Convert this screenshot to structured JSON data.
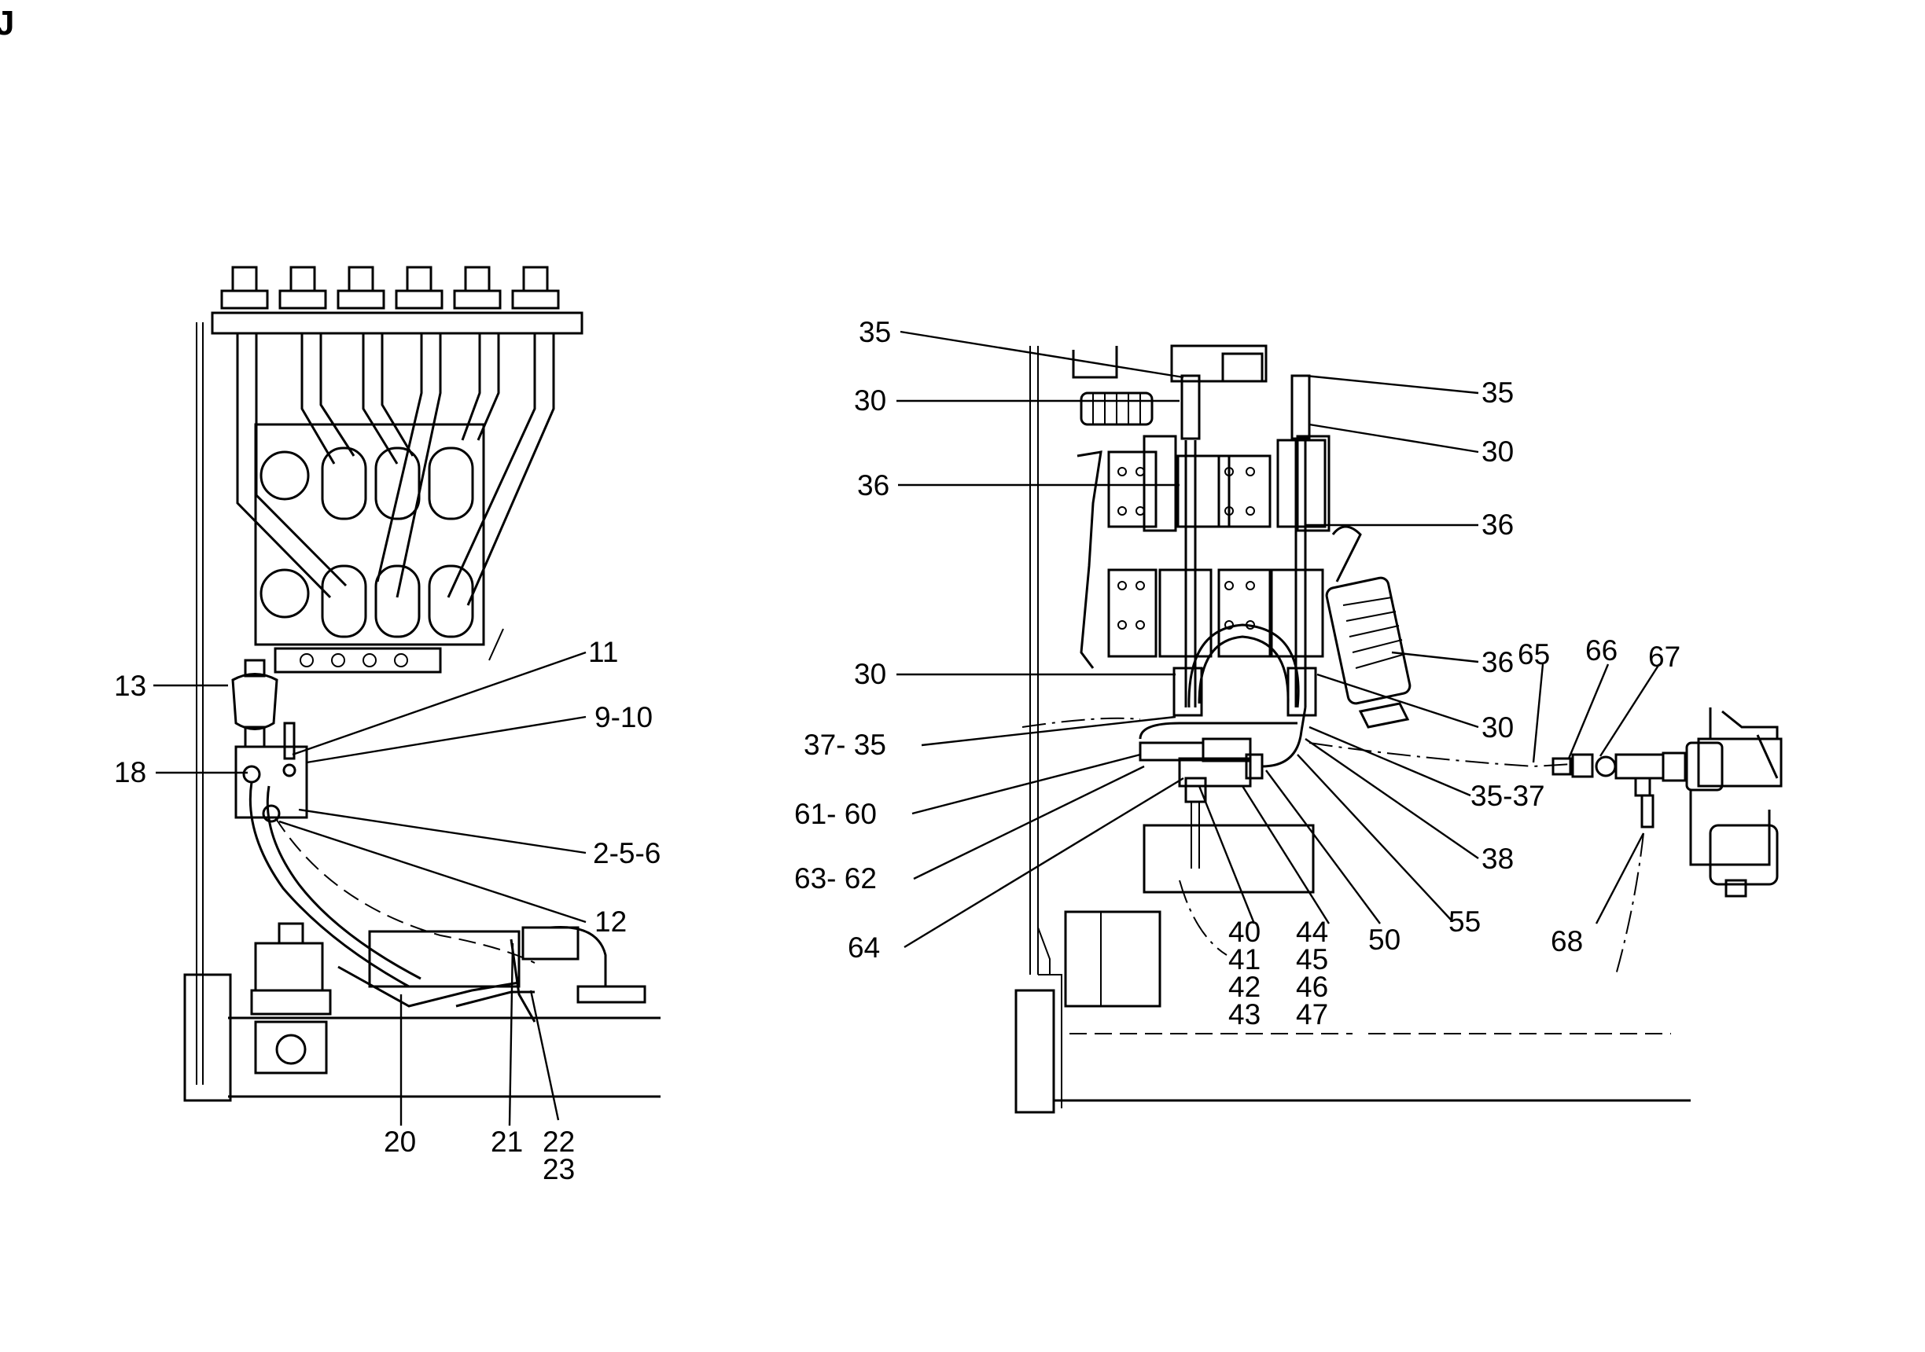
{
  "figure": {
    "corner_mark": "J",
    "left_view_callouts": {
      "c11": "11",
      "c9_10": "9-10",
      "c13": "13",
      "c18": "18",
      "c2_5_6": "2-5-6",
      "c12": "12",
      "c20": "20",
      "c21": "21",
      "c22": "22",
      "c23": "23"
    },
    "right_view_callouts": {
      "c35_tl": "35",
      "c30_tl": "30",
      "c36_l": "36",
      "c30_ml": "30",
      "c37_35": "37- 35",
      "c61_60": "61- 60",
      "c63_62": "63- 62",
      "c64": "64",
      "c35_tr": "35",
      "c30_tr": "30",
      "c36_r1": "36",
      "c36_r2": "36",
      "c30_r": "30",
      "c35_37": "35-37",
      "c38": "38",
      "c55": "55",
      "c50": "50",
      "c40": "40",
      "c41": "41",
      "c42": "42",
      "c43": "43",
      "c44": "44",
      "c45": "45",
      "c46": "46",
      "c47": "47",
      "c65": "65",
      "c66": "66",
      "c67": "67",
      "c68": "68"
    }
  }
}
